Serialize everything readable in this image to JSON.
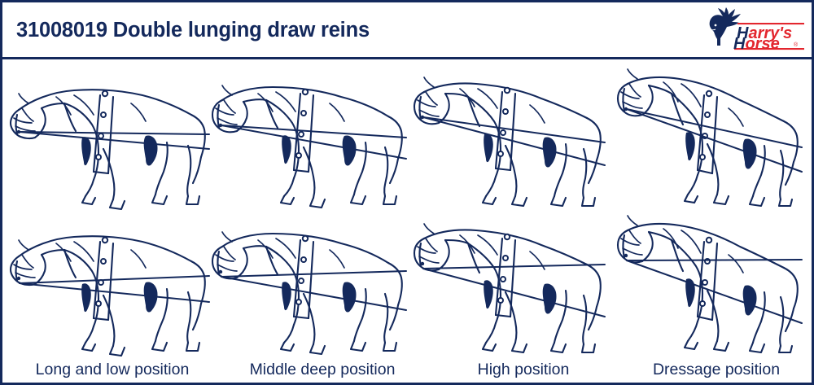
{
  "header": {
    "title": "31008019 Double lunging draw reins",
    "title_color": "#14295c"
  },
  "logo": {
    "name": "harrys-horse-logo",
    "word_top": "Harry's",
    "word_bottom": "Horse",
    "registered_mark": "®",
    "text_color": "#e3262e",
    "accent_color": "#14295c"
  },
  "colors": {
    "navy": "#14295c",
    "red": "#e3262e",
    "background": "#ffffff"
  },
  "diagram": {
    "rows": 2,
    "columns": 4,
    "captions": [
      "Long and low position",
      "Middle deep position",
      "High position",
      "Dressage position"
    ],
    "cells": [
      {
        "row": 0,
        "col": 0,
        "position": "Long and low position",
        "rein_path": "high-attachment",
        "head_height": "low"
      },
      {
        "row": 0,
        "col": 1,
        "position": "Middle deep position",
        "rein_path": "high-attachment",
        "head_height": "mid-low"
      },
      {
        "row": 0,
        "col": 2,
        "position": "High position",
        "rein_path": "high-attachment",
        "head_height": "mid-high"
      },
      {
        "row": 0,
        "col": 3,
        "position": "Dressage position",
        "rein_path": "high-attachment",
        "head_height": "high"
      },
      {
        "row": 1,
        "col": 0,
        "position": "Long and low position",
        "rein_path": "low-attachment",
        "head_height": "low"
      },
      {
        "row": 1,
        "col": 1,
        "position": "Middle deep position",
        "rein_path": "low-attachment",
        "head_height": "mid-low"
      },
      {
        "row": 1,
        "col": 2,
        "position": "High position",
        "rein_path": "low-attachment",
        "head_height": "mid-high"
      },
      {
        "row": 1,
        "col": 3,
        "position": "Dressage position",
        "rein_path": "low-attachment",
        "head_height": "high"
      }
    ]
  }
}
